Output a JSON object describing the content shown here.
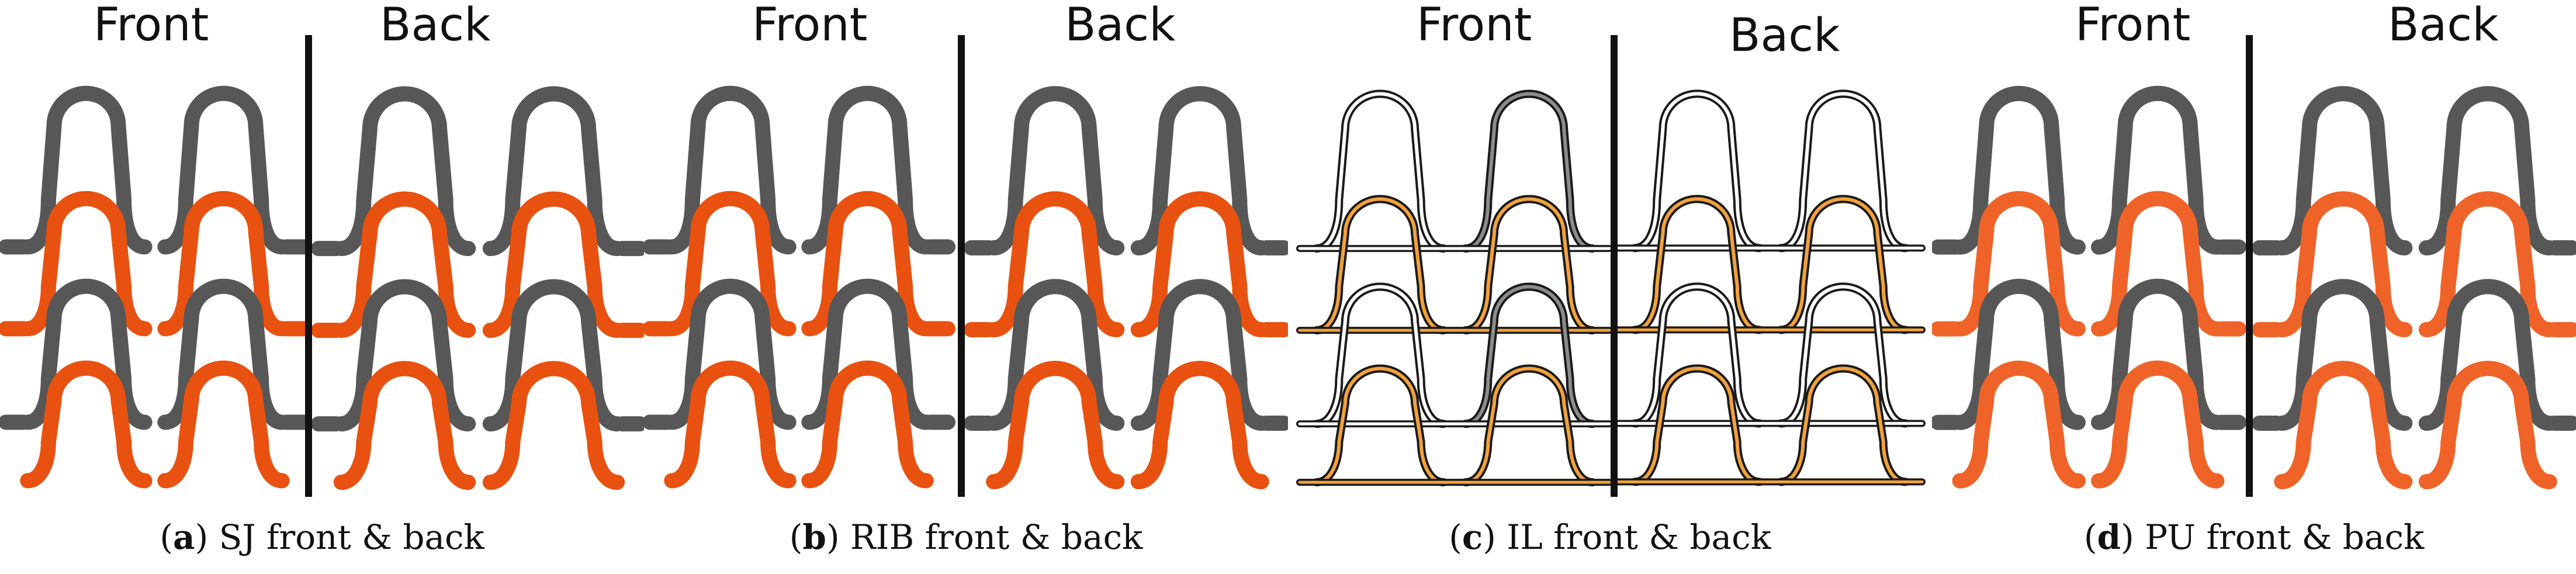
{
  "colors": {
    "gray_yarn": "#575757",
    "orange_yarn": "#e8510f",
    "orange_yarn_pu": "#ef6328",
    "il_fill_orange": "#f2a23a",
    "il_outline": "#1a1a1a",
    "divider": "#111111"
  },
  "panels": [
    {
      "id": "a",
      "front_label": "Front",
      "back_label": "Back",
      "caption_letter": "a",
      "caption_text": "SJ front & back",
      "style": "solid"
    },
    {
      "id": "b",
      "front_label": "Front",
      "back_label": "Back",
      "caption_letter": "b",
      "caption_text": "RIB front & back",
      "style": "solid"
    },
    {
      "id": "c",
      "front_label": "Front",
      "back_label": "Back",
      "caption_letter": "c",
      "caption_text": "IL front & back",
      "style": "outline"
    },
    {
      "id": "d",
      "front_label": "Front",
      "back_label": "Back",
      "caption_letter": "d",
      "caption_text": "PU front & back",
      "style": "solid-pu"
    }
  ]
}
